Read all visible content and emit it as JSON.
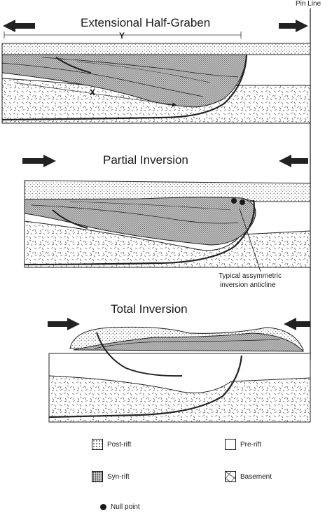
{
  "pin_line_label": "Pin Line",
  "panels": {
    "extensional": {
      "title": "Extensional Half-Graben",
      "label_y": "Y",
      "label_x": "X"
    },
    "partial": {
      "title": "Partial Inversion",
      "annotation_line1": "Typical assymmetric",
      "annotation_line2": "inversion anticline"
    },
    "total": {
      "title": "Total Inversion"
    }
  },
  "legend": {
    "post_rift": "Post-rift",
    "pre_rift": "Pre-rift",
    "syn_rift": "Syn-rift",
    "basement": "Basement",
    "null_point": "Null point"
  }
}
